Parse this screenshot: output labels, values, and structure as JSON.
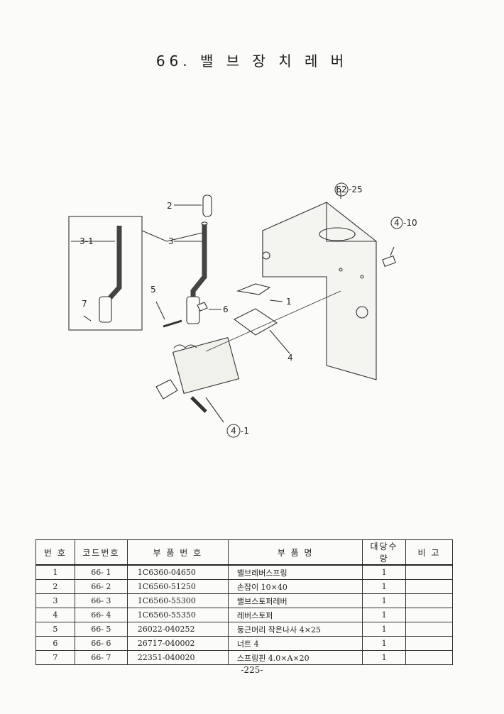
{
  "title": "66. 밸 브 장 치 레 버",
  "diagram": {
    "callouts": {
      "ref_62_25": "62",
      "ref_62_25_suffix": "-25",
      "ref_4_10": "4",
      "ref_4_10_suffix": "-10",
      "ref_4_1": "4",
      "ref_4_1_suffix": "-1",
      "c2": "2",
      "c3": "3",
      "c3_1": "3-1",
      "c5": "5",
      "c6": "6",
      "c7": "7",
      "c1": "1",
      "c4": "4"
    }
  },
  "table": {
    "headers": [
      "번 호",
      "코드번호",
      "부 품 번 호",
      "부          품          명",
      "대당수량",
      "비    고"
    ],
    "rows": [
      {
        "no": "1",
        "code": "66- 1",
        "part_no": "1C6360-04650",
        "name": "밸브레버스프링",
        "qty": "1",
        "note": ""
      },
      {
        "no": "2",
        "code": "66- 2",
        "part_no": "1C6560-51250",
        "name": "손잡이 10×40",
        "qty": "1",
        "note": ""
      },
      {
        "no": "3",
        "code": "66- 3",
        "part_no": "1C6560-55300",
        "name": "밸브스토퍼레버",
        "qty": "1",
        "note": ""
      },
      {
        "no": "4",
        "code": "66- 4",
        "part_no": "1C6560-55350",
        "name": "레버스토퍼",
        "qty": "1",
        "note": ""
      },
      {
        "no": "5",
        "code": "66- 5",
        "part_no": "26022-040252",
        "name": "둥근머리 작은나사 4×25",
        "qty": "1",
        "note": ""
      },
      {
        "no": "6",
        "code": "66- 6",
        "part_no": "26717-040002",
        "name": "너트 4",
        "qty": "1",
        "note": ""
      },
      {
        "no": "7",
        "code": "66- 7",
        "part_no": "22351-040020",
        "name": "스프링핀 4.0×A×20",
        "qty": "1",
        "note": ""
      }
    ]
  },
  "page_number": "-225-"
}
